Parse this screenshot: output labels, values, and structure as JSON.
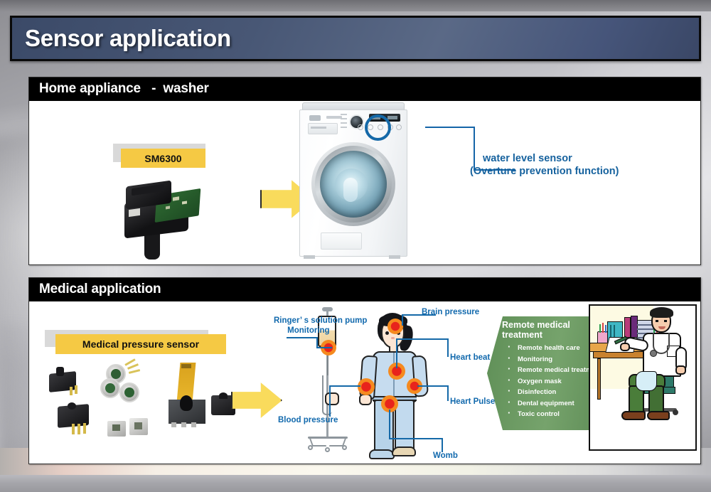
{
  "slide": {
    "title": "Sensor application"
  },
  "sections": [
    {
      "id": "home-appliance",
      "header": "Home appliance   -  washer",
      "tag": "SM6300",
      "arrow": "yellow-right-arrow",
      "product_image": "lg-front-load-washer",
      "highlight": "control-panel-circle",
      "callout": {
        "line1": "water level sensor",
        "line2": "(Overture prevention function)",
        "color": "#16629e"
      }
    },
    {
      "id": "medical-application",
      "header": "Medical application",
      "tag": "Medical pressure sensor",
      "arrow": "yellow-right-arrow",
      "body_labels": [
        {
          "id": "ringer-pump",
          "text": "Ringer’ s solution pump\n      Monitoring"
        },
        {
          "id": "brain-pressure",
          "text": "Brain pressure"
        },
        {
          "id": "heart-beat",
          "text": "Heart beat"
        },
        {
          "id": "heart-pulse",
          "text": "Heart Pulse"
        },
        {
          "id": "blood-pressure",
          "text": "Blood pressure"
        },
        {
          "id": "womb",
          "text": "Womb"
        }
      ],
      "remote": {
        "title": "Remote medical\ntreatment",
        "items": [
          "Remote health care",
          "Monitoring",
          "Remote medical treatment",
          "Oxygen mask",
          "Disinfection",
          "Dental equipment",
          "Toxic control"
        ],
        "color": "#6a9a60"
      },
      "doctor_image": "doctor-at-desk-illustration"
    }
  ],
  "colors": {
    "title_bar": "#46557a",
    "header_bar": "#000000",
    "tag_yellow": "#f5c944",
    "arrow_yellow": "#f9db5c",
    "callout_blue": "#16629e",
    "green_block": "#6a9a60"
  }
}
